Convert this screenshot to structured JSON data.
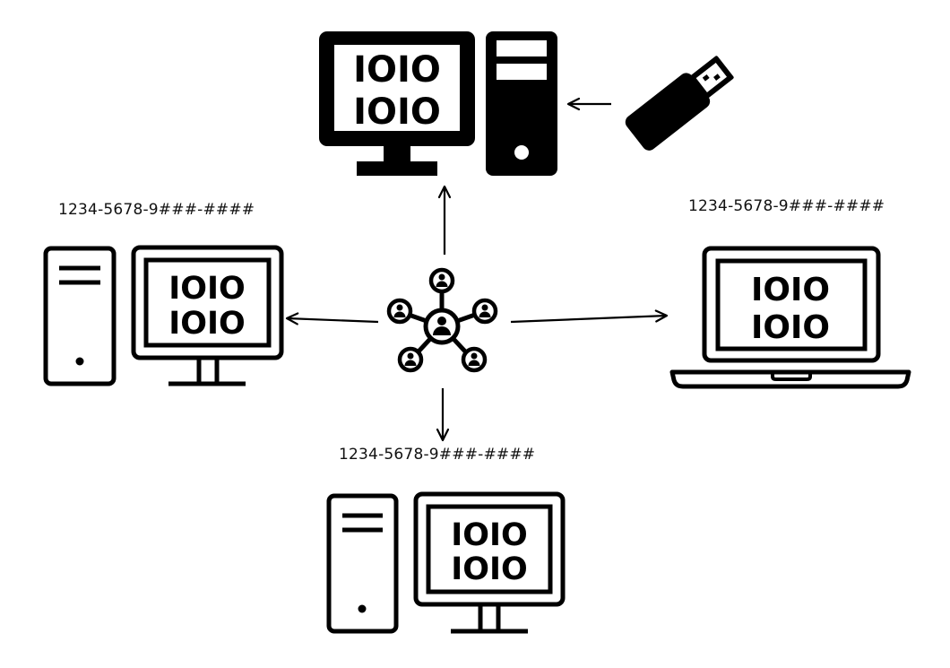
{
  "binary_lines": [
    "IOIO",
    "IOIO"
  ],
  "card_number_labels": {
    "left": "1234-5678-9###-####",
    "right": "1234-5678-9###-####",
    "bottom": "1234-5678-9###-####"
  },
  "icons": {
    "source": "desktop-computer-with-tower",
    "usb": "usb-flash-drive",
    "hub": "user-network-hub",
    "left": "tower-and-monitor",
    "right": "laptop",
    "bottom": "tower-and-monitor"
  },
  "colors": {
    "ink": "#000000",
    "background": "#ffffff"
  }
}
